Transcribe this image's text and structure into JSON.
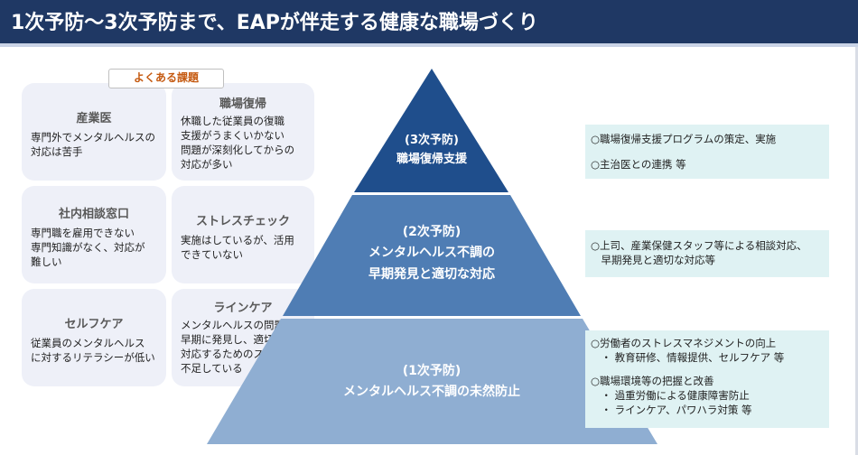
{
  "header": {
    "title": "1次予防～3次予防まで、EAPが伴走する健康な職場づくり"
  },
  "issues": {
    "label": "よくある課題",
    "cards": [
      {
        "title": "産業医",
        "body": [
          "専門外でメンタルヘルスの",
          "対応は苦手"
        ]
      },
      {
        "title": "職場復帰",
        "body": [
          "休職した従業員の復職",
          "支援がうまくいかない",
          "問題が深刻化してからの",
          "対応が多い"
        ]
      },
      {
        "title": "社内相談窓口",
        "body": [
          "専門職を雇用できない",
          "専門知識がなく、対応が",
          "難しい"
        ]
      },
      {
        "title": "ストレスチェック",
        "body": [
          "実施はしているが、活用",
          "できていない"
        ]
      },
      {
        "title": "セルフケア",
        "body": [
          "従業員のメンタルヘルス",
          "に対するリテラシーが低い"
        ]
      },
      {
        "title": "ラインケア",
        "body": [
          "メンタルヘルスの問題を",
          "早期に発見し、適切に",
          "対応するためのスキルが",
          "不足している"
        ]
      }
    ]
  },
  "pyramid": {
    "colors": {
      "top": "#1f4e8c",
      "middle": "#4f7db4",
      "bottom": "#8faed2"
    },
    "tiers": [
      {
        "level": "(3次予防)",
        "lines": [
          "職場復帰支援"
        ]
      },
      {
        "level": "(2次予防)",
        "lines": [
          "メンタルヘルス不調の",
          "早期発見と適切な対応"
        ]
      },
      {
        "level": "(1次予防)",
        "lines": [
          "メンタルヘルス不調の未然防止"
        ]
      }
    ]
  },
  "measures": [
    {
      "lines": [
        "○職場復帰支援プログラムの策定、実施",
        "○主治医との連携 等"
      ]
    },
    {
      "lines": [
        "○上司、産業保健スタッフ等による相談対応、",
        "　早期発見と適切な対応等"
      ]
    },
    {
      "lines": [
        "○労働者のストレスマネジメントの向上",
        "　・ 教育研修、情報提供、セルフケア 等",
        "○職場環境等の把握と改善",
        "　・ 過重労働による健康障害防止",
        "　・ ラインケア、パワハラ対策 等"
      ]
    }
  ]
}
